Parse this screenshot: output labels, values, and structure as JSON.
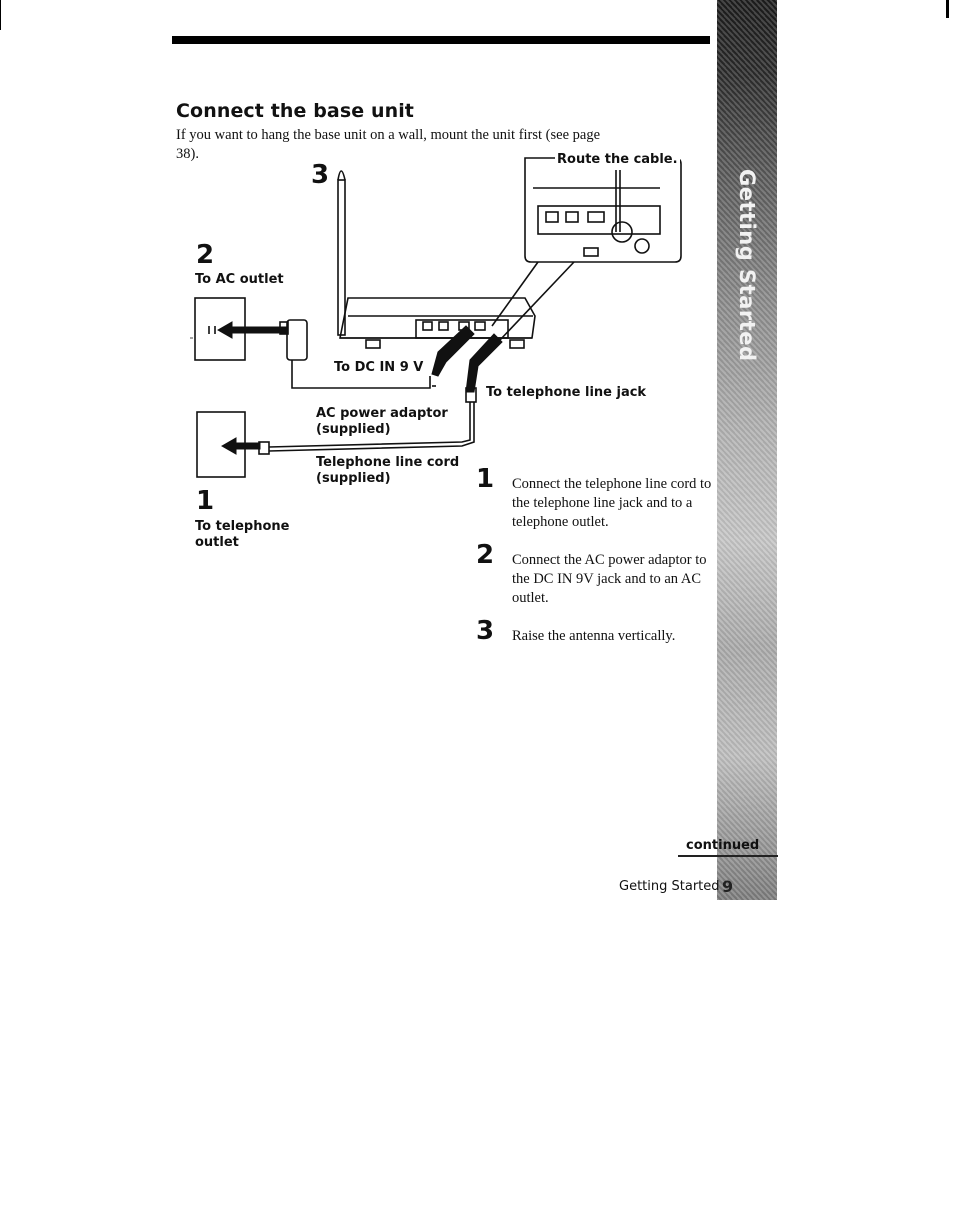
{
  "page": {
    "title": "Connect the base unit",
    "intro": "If you want to hang the base unit on a wall, mount the unit first (see page 38)."
  },
  "diagram": {
    "callout_route": "Route the cable.",
    "num_antenna": "3",
    "num_ac": "2",
    "label_ac_outlet": "To AC outlet",
    "label_dc_in": "To DC IN 9 V",
    "label_line_jack": "To telephone line jack",
    "label_adaptor_1": "AC power adaptor",
    "label_adaptor_2": "(supplied)",
    "label_cord_1": "Telephone line cord",
    "label_cord_2": "(supplied)",
    "num_tel": "1",
    "label_tel_outlet_1": "To telephone",
    "label_tel_outlet_2": "outlet"
  },
  "steps": [
    {
      "num": "1",
      "text": "Connect the telephone line cord to the telephone line jack and to a telephone outlet."
    },
    {
      "num": "2",
      "text": "Connect the AC power adaptor to the DC IN 9V jack and to an AC outlet."
    },
    {
      "num": "3",
      "text": "Raise the antenna vertically."
    }
  ],
  "sidebar": {
    "section_label": "Getting Started"
  },
  "footer": {
    "continued": "continued",
    "section": "Getting Started",
    "page_number": "9"
  }
}
